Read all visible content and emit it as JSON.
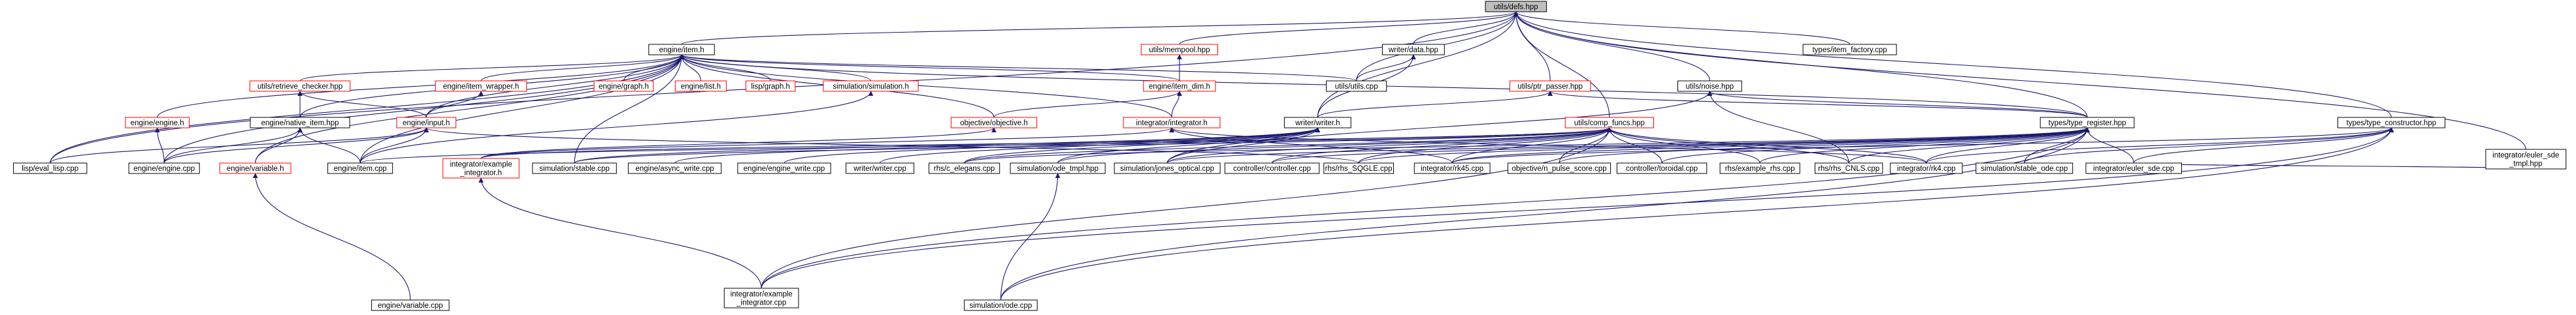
{
  "graph": {
    "colors": {
      "edge": "#191970",
      "normal_border": "#000000",
      "missing_border": "#ff0000",
      "root_fill": "#bfbfbf",
      "node_fill": "#ffffff"
    },
    "nodes": [
      {
        "id": "utils_defs",
        "label": "utils/defs.hpp",
        "kind": "root"
      },
      {
        "id": "engine_item_h",
        "label": "engine/item.h",
        "kind": "normal"
      },
      {
        "id": "utils_mempool",
        "label": "utils/mempool.hpp",
        "kind": "missing"
      },
      {
        "id": "writer_data",
        "label": "writer/data.hpp",
        "kind": "normal"
      },
      {
        "id": "types_item_factory",
        "label": "types/item_factory.cpp",
        "kind": "normal"
      },
      {
        "id": "utils_retrieve_checker",
        "label": "utils/retrieve_checker.hpp",
        "kind": "missing"
      },
      {
        "id": "engine_item_wrapper",
        "label": "engine/item_wrapper.h",
        "kind": "missing"
      },
      {
        "id": "engine_graph_h",
        "label": "engine/graph.h",
        "kind": "missing"
      },
      {
        "id": "engine_list_h",
        "label": "engine/list.h",
        "kind": "missing"
      },
      {
        "id": "lisp_graph_h",
        "label": "lisp/graph.h",
        "kind": "missing"
      },
      {
        "id": "simulation_simulation_h",
        "label": "simulation/simulation.h",
        "kind": "missing"
      },
      {
        "id": "engine_item_dim",
        "label": "engine/item_dim.h",
        "kind": "missing"
      },
      {
        "id": "utils_utils_cpp",
        "label": "utils/utils.cpp",
        "kind": "normal"
      },
      {
        "id": "utils_ptr_passer",
        "label": "utils/ptr_passer.hpp",
        "kind": "missing"
      },
      {
        "id": "utils_noise",
        "label": "utils/noise.hpp",
        "kind": "normal"
      },
      {
        "id": "integrator_euler_sde_tmpl",
        "label": "integrator/euler_sde\n_tmpl.hpp",
        "kind": "normal"
      },
      {
        "id": "engine_engine_h",
        "label": "engine/engine.h",
        "kind": "missing"
      },
      {
        "id": "engine_native_item",
        "label": "engine/native_item.hpp",
        "kind": "normal"
      },
      {
        "id": "engine_input_h",
        "label": "engine/input.h",
        "kind": "missing"
      },
      {
        "id": "objective_objective_h",
        "label": "objective/objective.h",
        "kind": "missing"
      },
      {
        "id": "integrator_integrator_h",
        "label": "integrator/integrator.h",
        "kind": "missing"
      },
      {
        "id": "writer_writer_h",
        "label": "writer/writer.h",
        "kind": "normal"
      },
      {
        "id": "utils_comp_funcs",
        "label": "utils/comp_funcs.hpp",
        "kind": "missing"
      },
      {
        "id": "types_type_register",
        "label": "types/type_register.hpp",
        "kind": "normal"
      },
      {
        "id": "types_type_constructor",
        "label": "types/type_constructor.hpp",
        "kind": "normal"
      },
      {
        "id": "lisp_eval_lisp",
        "label": "lisp/eval_lisp.cpp",
        "kind": "normal"
      },
      {
        "id": "engine_engine_cpp",
        "label": "engine/engine.cpp",
        "kind": "normal"
      },
      {
        "id": "engine_variable_h",
        "label": "engine/variable.h",
        "kind": "missing"
      },
      {
        "id": "engine_item_cpp",
        "label": "engine/item.cpp",
        "kind": "normal"
      },
      {
        "id": "integrator_example_integrator_h",
        "label": "integrator/example\n_integrator.h",
        "kind": "missing"
      },
      {
        "id": "simulation_stable_cpp",
        "label": "simulation/stable.cpp",
        "kind": "normal"
      },
      {
        "id": "engine_async_write",
        "label": "engine/async_write.cpp",
        "kind": "normal"
      },
      {
        "id": "engine_engine_write",
        "label": "engine/engine_write.cpp",
        "kind": "normal"
      },
      {
        "id": "writer_writer_cpp",
        "label": "writer/writer.cpp",
        "kind": "normal"
      },
      {
        "id": "rhs_c_elegans",
        "label": "rhs/c_elegans.cpp",
        "kind": "normal"
      },
      {
        "id": "simulation_ode_tmpl",
        "label": "simulation/ode_tmpl.hpp",
        "kind": "normal"
      },
      {
        "id": "simulation_jones_optical",
        "label": "simulation/jones_optical.cpp",
        "kind": "normal"
      },
      {
        "id": "controller_controller",
        "label": "controller/controller.cpp",
        "kind": "normal"
      },
      {
        "id": "rhs_sqgle",
        "label": "rhs/rhs_SQGLE.cpp",
        "kind": "normal"
      },
      {
        "id": "integrator_rk45",
        "label": "integrator/rk45.cpp",
        "kind": "normal"
      },
      {
        "id": "objective_n_pulse",
        "label": "objective/n_pulse_score.cpp",
        "kind": "normal"
      },
      {
        "id": "controller_toroidal",
        "label": "controller/toroidal.cpp",
        "kind": "normal"
      },
      {
        "id": "rhs_example_rhs",
        "label": "rhs/example_rhs.cpp",
        "kind": "normal"
      },
      {
        "id": "rhs_cnls",
        "label": "rhs/rhs_CNLS.cpp",
        "kind": "normal"
      },
      {
        "id": "integrator_rk4",
        "label": "integrator/rk4.cpp",
        "kind": "normal"
      },
      {
        "id": "simulation_stable_ode",
        "label": "simulation/stable_ode.cpp",
        "kind": "normal"
      },
      {
        "id": "integrator_euler_sde_cpp",
        "label": "integrator/euler_sde.cpp",
        "kind": "normal"
      },
      {
        "id": "engine_variable_cpp",
        "label": "engine/variable.cpp",
        "kind": "normal"
      },
      {
        "id": "integrator_example_integrator_cpp",
        "label": "integrator/example\n_integrator.cpp",
        "kind": "normal"
      },
      {
        "id": "simulation_ode_cpp",
        "label": "simulation/ode.cpp",
        "kind": "normal"
      }
    ],
    "edges": [
      [
        "utils_defs",
        "engine_item_h"
      ],
      [
        "utils_defs",
        "utils_mempool"
      ],
      [
        "utils_defs",
        "writer_data"
      ],
      [
        "utils_defs",
        "types_item_factory"
      ],
      [
        "utils_defs",
        "utils_utils_cpp"
      ],
      [
        "utils_defs",
        "utils_ptr_passer"
      ],
      [
        "utils_defs",
        "utils_noise"
      ],
      [
        "utils_defs",
        "integrator_euler_sde_tmpl"
      ],
      [
        "utils_defs",
        "utils_comp_funcs"
      ],
      [
        "utils_defs",
        "types_type_register"
      ],
      [
        "utils_defs",
        "types_type_constructor"
      ],
      [
        "utils_defs",
        "lisp_eval_lisp"
      ],
      [
        "utils_defs",
        "writer_writer_h"
      ],
      [
        "engine_item_h",
        "utils_retrieve_checker"
      ],
      [
        "engine_item_h",
        "engine_item_wrapper"
      ],
      [
        "engine_item_h",
        "engine_graph_h"
      ],
      [
        "engine_item_h",
        "engine_list_h"
      ],
      [
        "engine_item_h",
        "lisp_graph_h"
      ],
      [
        "engine_item_h",
        "simulation_simulation_h"
      ],
      [
        "engine_item_h",
        "engine_item_dim"
      ],
      [
        "engine_item_h",
        "utils_utils_cpp"
      ],
      [
        "engine_item_h",
        "engine_engine_h"
      ],
      [
        "engine_item_h",
        "engine_native_item"
      ],
      [
        "engine_item_h",
        "engine_input_h"
      ],
      [
        "engine_item_h",
        "objective_objective_h"
      ],
      [
        "engine_item_h",
        "integrator_integrator_h"
      ],
      [
        "engine_item_h",
        "lisp_eval_lisp"
      ],
      [
        "engine_item_h",
        "engine_engine_cpp"
      ],
      [
        "engine_item_h",
        "engine_item_cpp"
      ],
      [
        "engine_item_h",
        "engine_variable_h"
      ],
      [
        "engine_item_h",
        "simulation_stable_cpp"
      ],
      [
        "engine_item_h",
        "types_type_register"
      ],
      [
        "utils_mempool",
        "engine_item_dim"
      ],
      [
        "writer_data",
        "writer_writer_h"
      ],
      [
        "writer_data",
        "utils_utils_cpp"
      ],
      [
        "utils_retrieve_checker",
        "engine_native_item"
      ],
      [
        "utils_retrieve_checker",
        "engine_input_h"
      ],
      [
        "engine_item_wrapper",
        "engine_input_h"
      ],
      [
        "simulation_simulation_h",
        "engine_item_cpp"
      ],
      [
        "engine_item_dim",
        "objective_objective_h"
      ],
      [
        "engine_item_dim",
        "integrator_integrator_h"
      ],
      [
        "utils_ptr_passer",
        "writer_writer_h"
      ],
      [
        "utils_ptr_passer",
        "types_type_register"
      ],
      [
        "utils_noise",
        "types_type_register"
      ],
      [
        "utils_noise",
        "simulation_jones_optical"
      ],
      [
        "utils_noise",
        "rhs_cnls"
      ],
      [
        "integrator_euler_sde_tmpl",
        "integrator_euler_sde_cpp"
      ],
      [
        "engine_engine_h",
        "engine_engine_cpp"
      ],
      [
        "engine_native_item",
        "engine_engine_cpp"
      ],
      [
        "engine_native_item",
        "engine_item_cpp"
      ],
      [
        "engine_native_item",
        "engine_variable_h"
      ],
      [
        "engine_input_h",
        "lisp_eval_lisp"
      ],
      [
        "engine_input_h",
        "engine_engine_cpp"
      ],
      [
        "engine_input_h",
        "engine_item_cpp"
      ],
      [
        "engine_input_h",
        "rhs_sqgle"
      ],
      [
        "objective_objective_h",
        "integrator_example_integrator_h"
      ],
      [
        "integrator_integrator_h",
        "integrator_example_integrator_h"
      ],
      [
        "integrator_integrator_h",
        "integrator_rk45"
      ],
      [
        "integrator_integrator_h",
        "integrator_rk4"
      ],
      [
        "writer_writer_h",
        "rhs_c_elegans"
      ],
      [
        "writer_writer_h",
        "simulation_stable_cpp"
      ],
      [
        "writer_writer_h",
        "engine_async_write"
      ],
      [
        "writer_writer_h",
        "engine_engine_write"
      ],
      [
        "writer_writer_h",
        "writer_writer_cpp"
      ],
      [
        "writer_writer_h",
        "simulation_ode_tmpl"
      ],
      [
        "writer_writer_h",
        "simulation_jones_optical"
      ],
      [
        "utils_comp_funcs",
        "engine_item_cpp"
      ],
      [
        "utils_comp_funcs",
        "simulation_stable_cpp"
      ],
      [
        "utils_comp_funcs",
        "rhs_c_elegans"
      ],
      [
        "utils_comp_funcs",
        "simulation_ode_tmpl"
      ],
      [
        "utils_comp_funcs",
        "simulation_jones_optical"
      ],
      [
        "utils_comp_funcs",
        "controller_controller"
      ],
      [
        "utils_comp_funcs",
        "rhs_sqgle"
      ],
      [
        "utils_comp_funcs",
        "integrator_rk45"
      ],
      [
        "utils_comp_funcs",
        "objective_n_pulse"
      ],
      [
        "utils_comp_funcs",
        "controller_toroidal"
      ],
      [
        "utils_comp_funcs",
        "rhs_example_rhs"
      ],
      [
        "utils_comp_funcs",
        "rhs_cnls"
      ],
      [
        "utils_comp_funcs",
        "integrator_rk4"
      ],
      [
        "utils_comp_funcs",
        "integrator_example_integrator_cpp"
      ],
      [
        "utils_comp_funcs",
        "integrator_example_integrator_h"
      ],
      [
        "types_type_register",
        "rhs_c_elegans"
      ],
      [
        "types_type_register",
        "simulation_jones_optical"
      ],
      [
        "types_type_register",
        "controller_controller"
      ],
      [
        "types_type_register",
        "rhs_sqgle"
      ],
      [
        "types_type_register",
        "integrator_rk45"
      ],
      [
        "types_type_register",
        "objective_n_pulse"
      ],
      [
        "types_type_register",
        "controller_toroidal"
      ],
      [
        "types_type_register",
        "rhs_example_rhs"
      ],
      [
        "types_type_register",
        "rhs_cnls"
      ],
      [
        "types_type_register",
        "integrator_rk4"
      ],
      [
        "types_type_register",
        "simulation_stable_ode"
      ],
      [
        "types_type_register",
        "integrator_euler_sde_cpp"
      ],
      [
        "types_type_register",
        "simulation_ode_cpp"
      ],
      [
        "types_type_register",
        "integrator_example_integrator_cpp"
      ],
      [
        "types_type_constructor",
        "integrator_rk45"
      ],
      [
        "types_type_constructor",
        "integrator_rk4"
      ],
      [
        "types_type_constructor",
        "simulation_stable_ode"
      ],
      [
        "types_type_constructor",
        "integrator_euler_sde_cpp"
      ],
      [
        "types_type_constructor",
        "simulation_ode_cpp"
      ],
      [
        "types_type_constructor",
        "integrator_example_integrator_cpp"
      ],
      [
        "engine_variable_h",
        "engine_variable_cpp"
      ],
      [
        "integrator_example_integrator_h",
        "integrator_example_integrator_cpp"
      ],
      [
        "simulation_ode_tmpl",
        "simulation_ode_cpp"
      ]
    ]
  }
}
